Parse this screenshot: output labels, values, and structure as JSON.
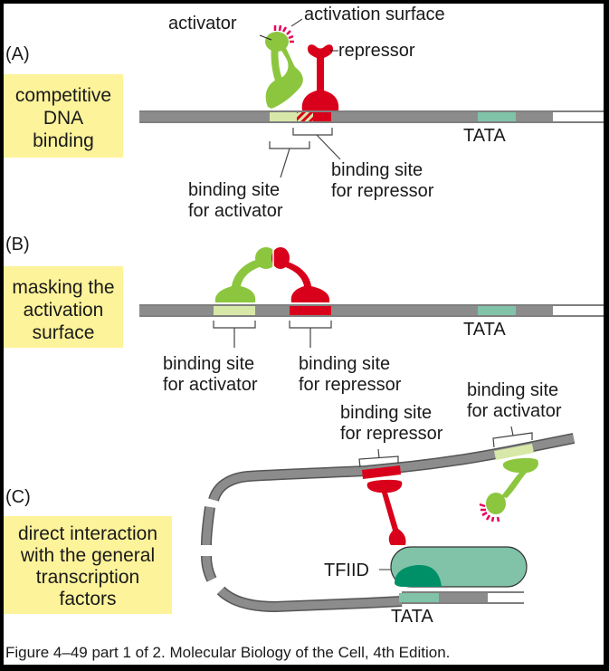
{
  "figure": {
    "caption": "Figure 4–49 part 1 of 2. Molecular Biology of the Cell, 4th Edition.",
    "colors": {
      "activator": "#8cc63f",
      "activator_site": "#d8e8a8",
      "repressor": "#d9001b",
      "dna": "#8c8c8c",
      "tata": "#80c3a8",
      "tfiid": "#80c3a8",
      "tfiid_dark": "#009068",
      "activation_burst": "#e8005a",
      "label_box": "#fdf39a"
    }
  },
  "panels": [
    {
      "letter": "(A)",
      "box_lines": [
        "competitive",
        "DNA",
        "binding"
      ],
      "labels": {
        "activator": "activator",
        "activation_surface": "activation surface",
        "repressor": "repressor",
        "tata": "TATA",
        "site_activator": [
          "binding site",
          "for activator"
        ],
        "site_repressor": [
          "binding site",
          "for repressor"
        ]
      }
    },
    {
      "letter": "(B)",
      "box_lines": [
        "masking the",
        "activation",
        "surface"
      ],
      "labels": {
        "tata": "TATA",
        "site_activator": [
          "binding site",
          "for activator"
        ],
        "site_repressor": [
          "binding site",
          "for repressor"
        ]
      }
    },
    {
      "letter": "(C)",
      "box_lines": [
        "direct interaction",
        "with the general",
        "transcription",
        "factors"
      ],
      "labels": {
        "tfiid": "TFIID",
        "tata": "TATA",
        "site_activator": [
          "binding site",
          "for activator"
        ],
        "site_repressor": [
          "binding site",
          "for repressor"
        ]
      }
    }
  ]
}
